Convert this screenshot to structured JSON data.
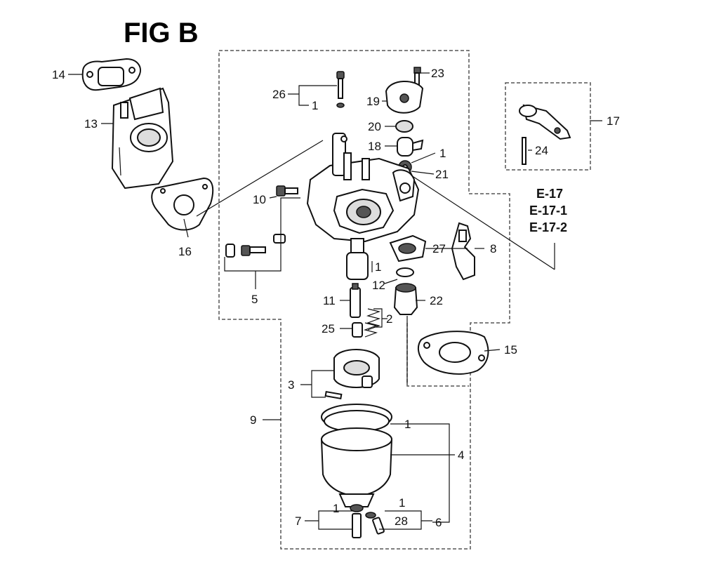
{
  "title": "FIG B",
  "refs": [
    "E-17",
    "E-17-1",
    "E-17-2"
  ],
  "callouts": {
    "c14": "14",
    "c13": "13",
    "c16": "16",
    "c26": "26",
    "c1a": "1",
    "c23": "23",
    "c19": "19",
    "c20": "20",
    "c18": "18",
    "c1b": "1",
    "c21": "21",
    "c17": "17",
    "c24": "24",
    "c10": "10",
    "c27": "27",
    "c8": "8",
    "c1c": "1",
    "c12": "12",
    "c5": "5",
    "c11": "11",
    "c22": "22",
    "c2": "2",
    "c25": "25",
    "c15": "15",
    "c3": "3",
    "c9": "9",
    "c1d": "1",
    "c4": "4",
    "c1e": "1",
    "c1f": "1",
    "c7": "7",
    "c28": "28",
    "c6": "6"
  }
}
